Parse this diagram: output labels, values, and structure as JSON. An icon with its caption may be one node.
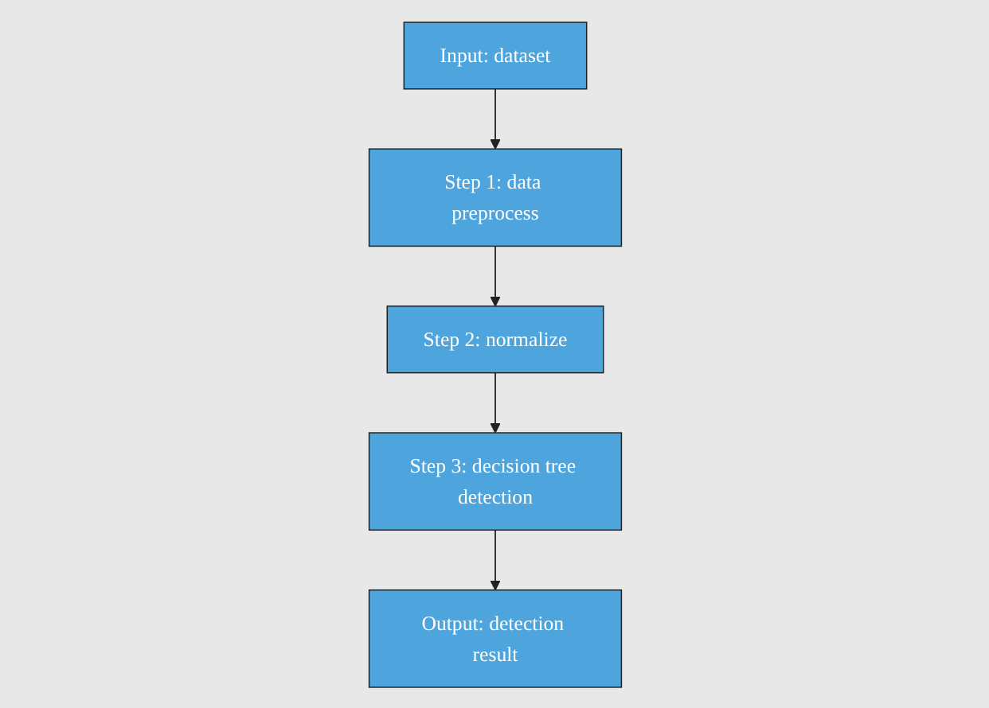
{
  "diagram": {
    "nodes": [
      {
        "text": [
          "Input: dataset"
        ]
      },
      {
        "text": [
          "Step 1: data preprocess"
        ]
      },
      {
        "text": [
          "Step 2: normalize"
        ]
      },
      {
        "text": [
          "Step 3: decision tree detection"
        ]
      },
      {
        "text": [
          "Output: detection result"
        ]
      }
    ],
    "edges": [
      {
        "from": 0,
        "to": 1,
        "arrow": "to"
      },
      {
        "from": 1,
        "to": 2,
        "arrow": "to"
      },
      {
        "from": 2,
        "to": 3,
        "arrow": "to"
      },
      {
        "from": 3,
        "to": 4,
        "arrow": "to"
      }
    ]
  }
}
